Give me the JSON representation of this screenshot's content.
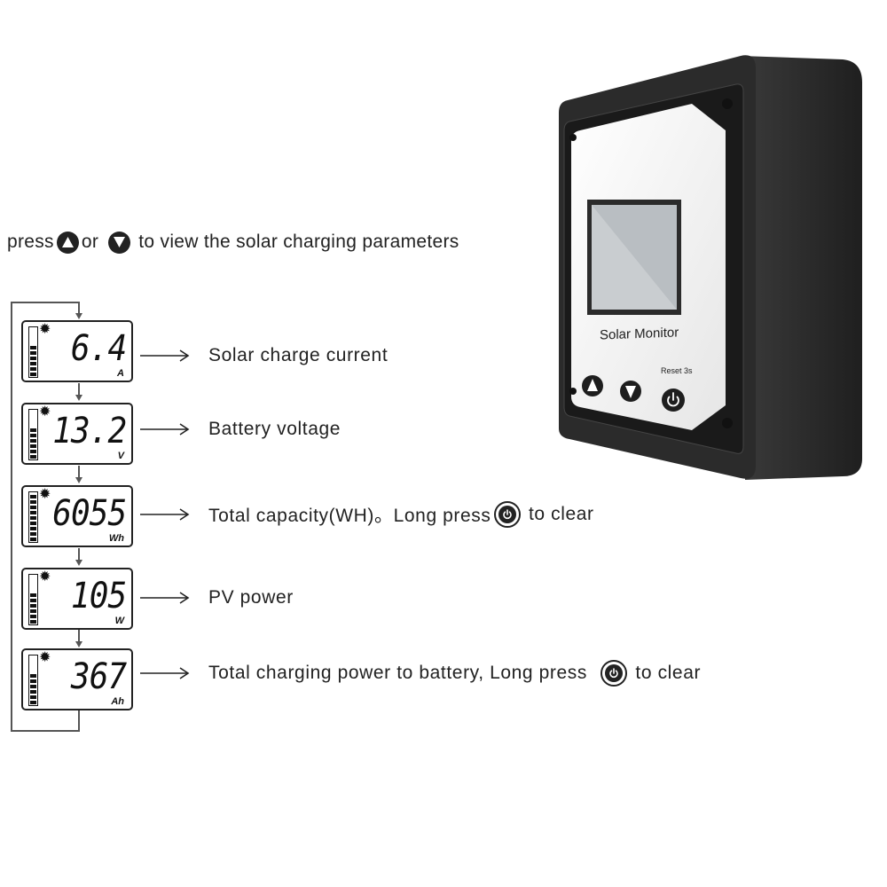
{
  "instruction": {
    "prefix": "press",
    "middle": "or",
    "suffix": " to view the solar charging parameters"
  },
  "screens": [
    {
      "value": "6.4",
      "unit": "A",
      "description": "Solar charge current"
    },
    {
      "value": "13.2",
      "unit": "V",
      "description": "Battery voltage"
    },
    {
      "value": "6055",
      "unit": "Wh",
      "description": "Total capacity(WH)。Long press",
      "suffix": " to clear"
    },
    {
      "value": "105",
      "unit": "W",
      "description": "PV power"
    },
    {
      "value": "367",
      "unit": "Ah",
      "description": "Total charging power to battery, Long press",
      "suffix": " to clear"
    }
  ],
  "device": {
    "label": "Solar Monitor",
    "reset_label": "Reset 3s"
  },
  "icons": {
    "up": "up-triangle-icon",
    "down": "down-triangle-icon",
    "power": "power-icon",
    "sun": "sun-icon",
    "battery": "battery-level-icon"
  },
  "colors": {
    "housing": "#2b2b2b",
    "faceplate": "#f2f2f2",
    "lcd_screen": "#c9cdd0",
    "text": "#222222"
  }
}
